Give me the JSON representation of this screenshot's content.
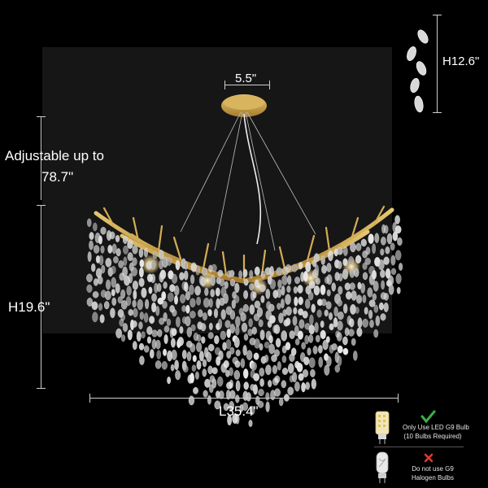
{
  "dimensions": {
    "canopy_width": "5.5\"",
    "chain": "Adjustable up to",
    "chain_value": "78.7\"",
    "height": "H19.6\"",
    "length": "L35.4\"",
    "crystal_height": "H12.6\""
  },
  "bulb_notes": {
    "ok_line1": "Only Use LED G9 Bulb",
    "ok_line2": "(10 Bulbs Required)",
    "bad_line1": "Do not use G9",
    "bad_line2": "Halogen Bulbs"
  },
  "colors": {
    "background": "#000000",
    "panel": "#161616",
    "gold": "#c9a14a",
    "check": "#3cb043",
    "cross": "#e03a2e"
  }
}
